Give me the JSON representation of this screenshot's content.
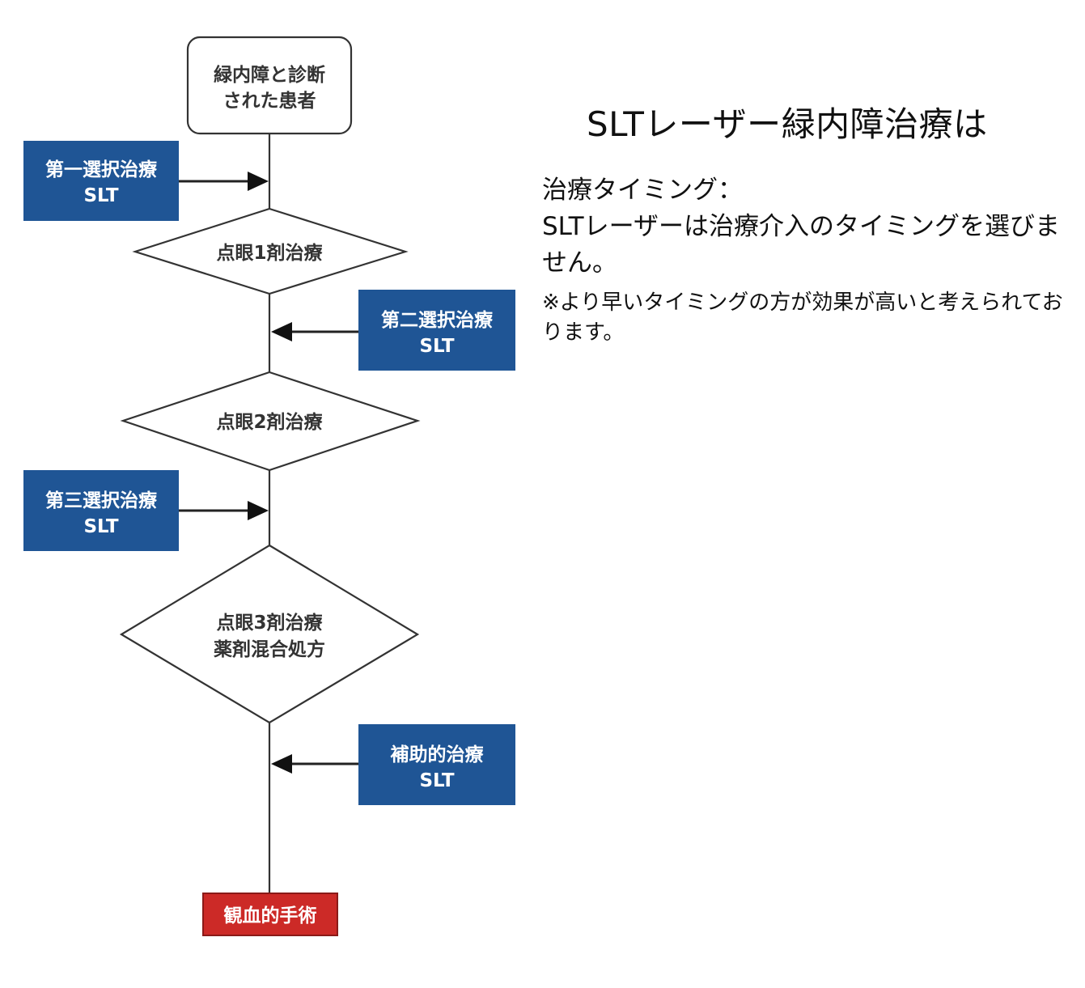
{
  "flowchart": {
    "start": {
      "line1": "緑内障と診断",
      "line2": "された患者"
    },
    "first_choice": {
      "line1": "第一選択治療",
      "line2": "SLT"
    },
    "eyedrop1": {
      "label": "点眼1剤治療"
    },
    "second_choice": {
      "line1": "第二選択治療",
      "line2": "SLT"
    },
    "eyedrop2": {
      "label": "点眼2剤治療"
    },
    "third_choice": {
      "line1": "第三選択治療",
      "line2": "SLT"
    },
    "eyedrop3": {
      "line1": "点眼3剤治療",
      "line2": "薬剤混合処方"
    },
    "adjunct": {
      "line1": "補助的治療",
      "line2": "SLT"
    },
    "surgery": {
      "label": "観血的手術"
    }
  },
  "panel": {
    "title": "SLTレーザー緑内障治療は",
    "timing_heading": "治療タイミング：",
    "timing_text": "SLTレーザーは治療介入のタイミングを選びません。",
    "note": "※より早いタイミングの方が効果が高いと考えられております。"
  },
  "colors": {
    "slt_box": "#1f5595",
    "surgery_box": "#cc2a27",
    "outline": "#333333"
  }
}
